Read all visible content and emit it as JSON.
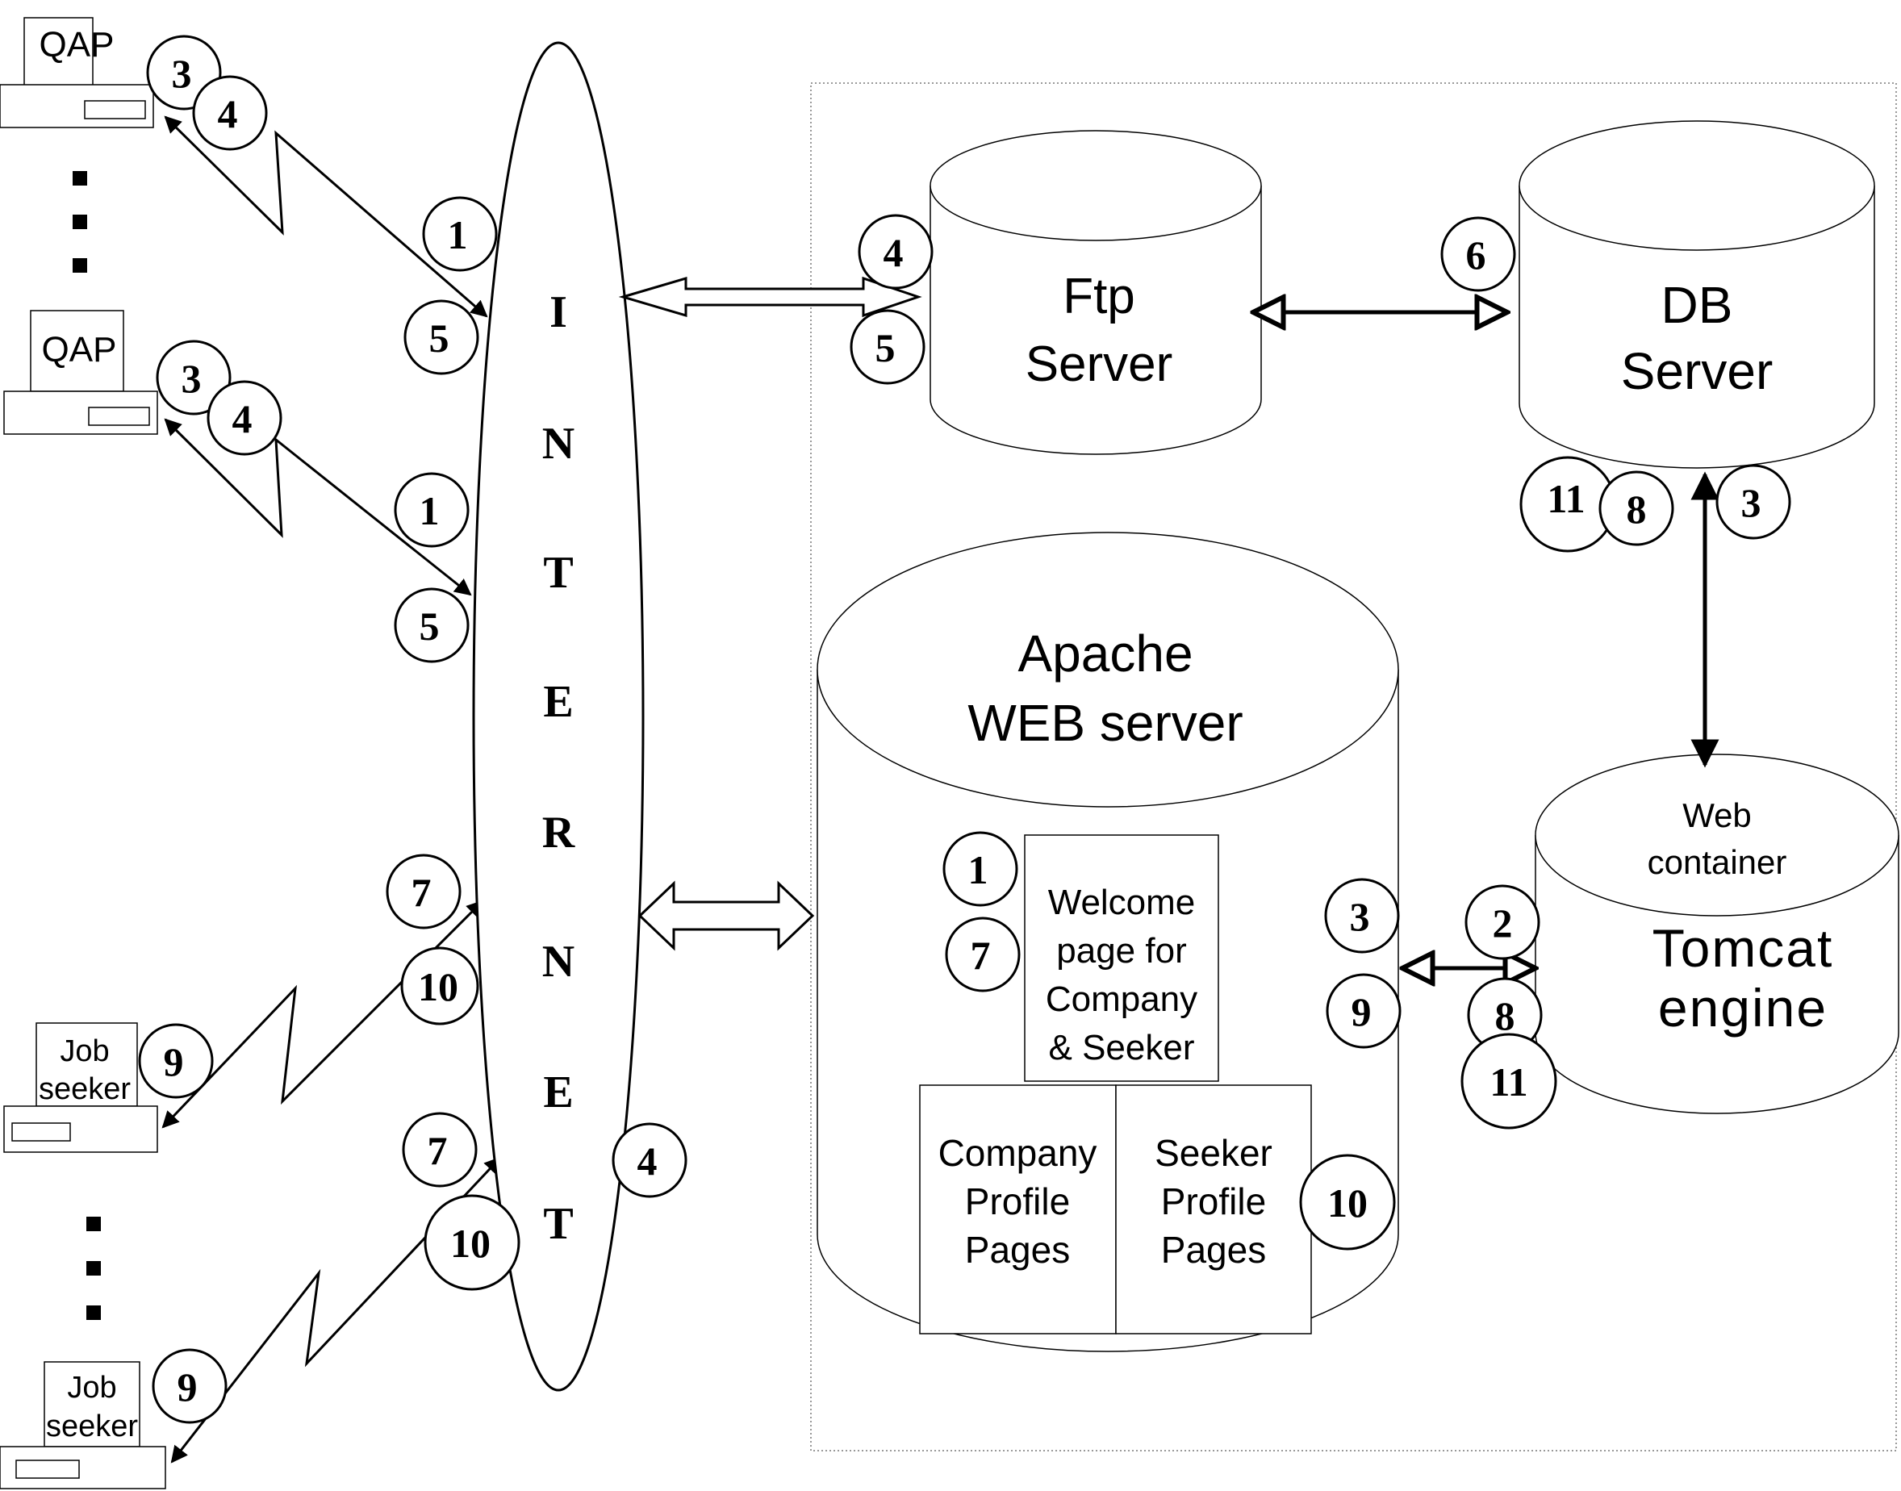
{
  "internet": {
    "letters": [
      "I",
      "N",
      "T",
      "E",
      "R",
      "N",
      "E",
      "T"
    ]
  },
  "clients": {
    "qap_label": "QAP",
    "job_seeker_line1": "Job",
    "job_seeker_line2": "seeker"
  },
  "ftp_server": {
    "line1": "Ftp",
    "line2": "Server"
  },
  "db_server": {
    "line1": "DB",
    "line2": "Server"
  },
  "web_server": {
    "line1": "Apache",
    "line2": "WEB server"
  },
  "welcome_page": {
    "line1": "Welcome",
    "line2": "page for",
    "line3": "Company",
    "line4": "& Seeker"
  },
  "company_pages": {
    "line1": "Company",
    "line2": "Profile",
    "line3": "Pages"
  },
  "seeker_pages": {
    "line1": "Seeker",
    "line2": "Profile",
    "line3": "Pages"
  },
  "tomcat": {
    "container_line1": "Web",
    "container_line2": "container",
    "engine_line1": "Tomcat",
    "engine_line2": "engine"
  },
  "steps": {
    "qap1_3": "3",
    "qap1_4": "4",
    "qap1_1": "1",
    "qap1_5": "5",
    "qap2_3": "3",
    "qap2_4": "4",
    "qap2_1": "1",
    "qap2_5": "5",
    "js1_7": "7",
    "js1_10": "10",
    "js1_9": "9",
    "js2_7": "7",
    "js2_10": "10",
    "js2_9": "9",
    "internet_4": "4",
    "ftp_4": "4",
    "ftp_5": "5",
    "db_6": "6",
    "db_11": "11",
    "db_8": "8",
    "db_3": "3",
    "web_1": "1",
    "web_7": "7",
    "web_3": "3",
    "web_9": "9",
    "web_10": "10",
    "tomcat_2": "2",
    "tomcat_8": "8",
    "tomcat_11": "11"
  }
}
